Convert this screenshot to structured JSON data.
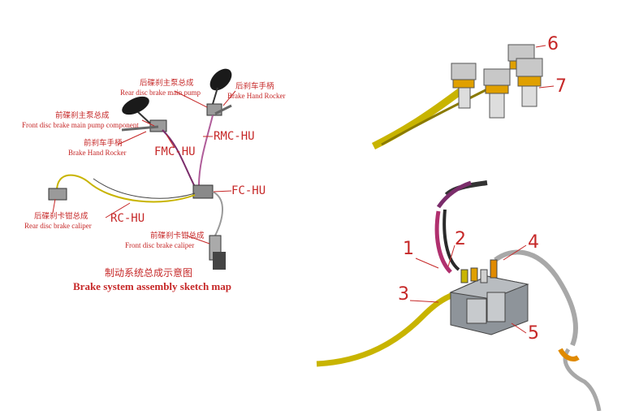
{
  "left_diagram": {
    "rear_pump_cn": "后碟刹主泵总成",
    "rear_pump_en": "Rear disc brake main pump",
    "rear_rocker_cn": "后刹车手柄",
    "rear_rocker_en": "Brake Hand Rocker",
    "front_pump_cn": "前碟刹主泵总成",
    "front_pump_en": "Front disc brake main pump component",
    "front_rocker_cn": "前刹车手柄",
    "front_rocker_en": "Brake Hand Rocker",
    "fmc": "FMC-HU",
    "rmc": "RMC-HU",
    "fc": "FC-HU",
    "rc": "RC-HU",
    "rear_caliper_cn": "后碟刹卡钳总成",
    "rear_caliper_en": "Rear disc brake caliper",
    "front_caliper_cn": "前碟刹卡钳总成",
    "front_caliper_en": "Front disc brake caliper",
    "title_cn": "制动系统总成示意图",
    "title_en": "Brake system assembly sketch map"
  },
  "top_right": {
    "n6": "6",
    "n7": "7"
  },
  "bottom_right": {
    "n1": "1",
    "n2": "2",
    "n3": "3",
    "n4": "4",
    "n5": "5"
  }
}
